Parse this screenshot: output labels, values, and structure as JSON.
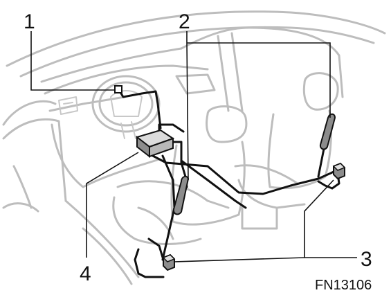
{
  "figure": {
    "callouts": [
      {
        "id": "callout-1",
        "label": "1"
      },
      {
        "id": "callout-2",
        "label": "2"
      },
      {
        "id": "callout-3",
        "label": "3"
      },
      {
        "id": "callout-4",
        "label": "4"
      }
    ],
    "figure_code": "FN13106",
    "colors": {
      "outline": "#bdbdbd",
      "wiring": "#111111",
      "component_fill": "#8c8c8c"
    }
  }
}
